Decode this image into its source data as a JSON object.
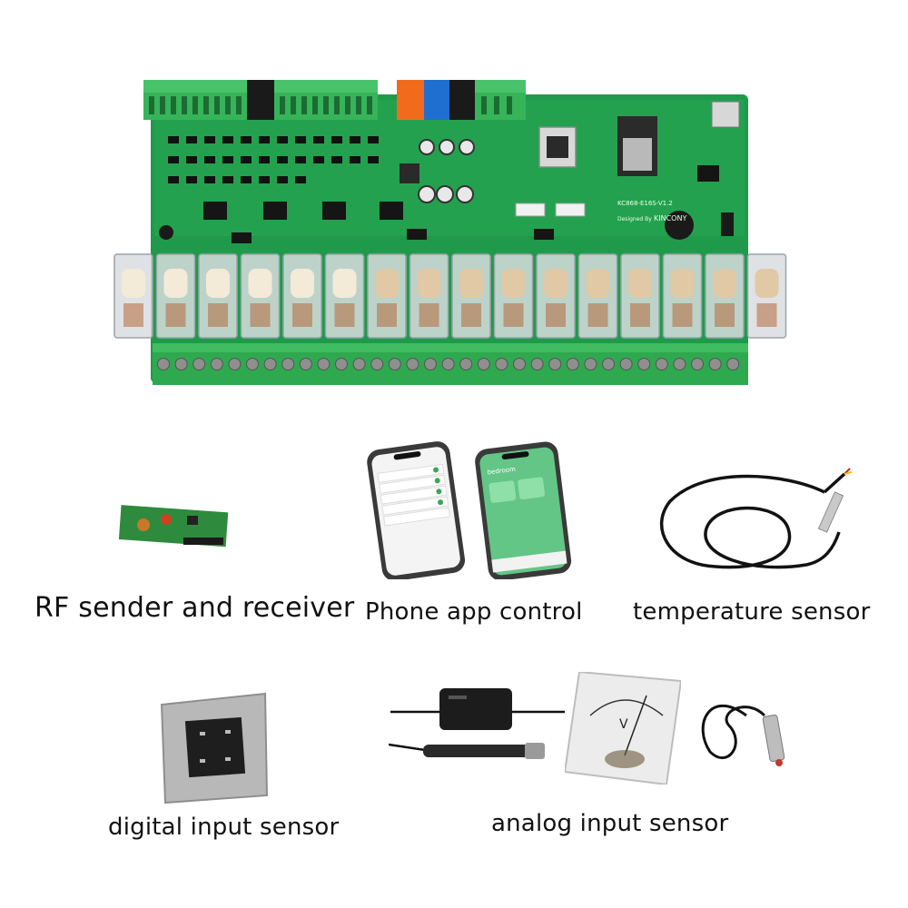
{
  "board": {
    "model_label": "KC868-E16S-V1.2",
    "designer_label": "Designed By",
    "brand_label": "KINCONY",
    "relay_count": 16
  },
  "captions": {
    "rf": "RF sender and receiver",
    "app": "Phone app control",
    "temperature": "temperature sensor",
    "digital": "digital input sensor",
    "analog": "analog input sensor"
  },
  "phone_left": {
    "rows": [
      "",
      "",
      "",
      "",
      ""
    ]
  },
  "phone_right": {
    "title": "bedroom"
  },
  "meter": {
    "unit": "V"
  },
  "colors": {
    "pcb": "#1f9a4a",
    "terminal": "#2fa94f",
    "accent_orange": "#f26b1d",
    "accent_blue": "#1f6fd1"
  }
}
